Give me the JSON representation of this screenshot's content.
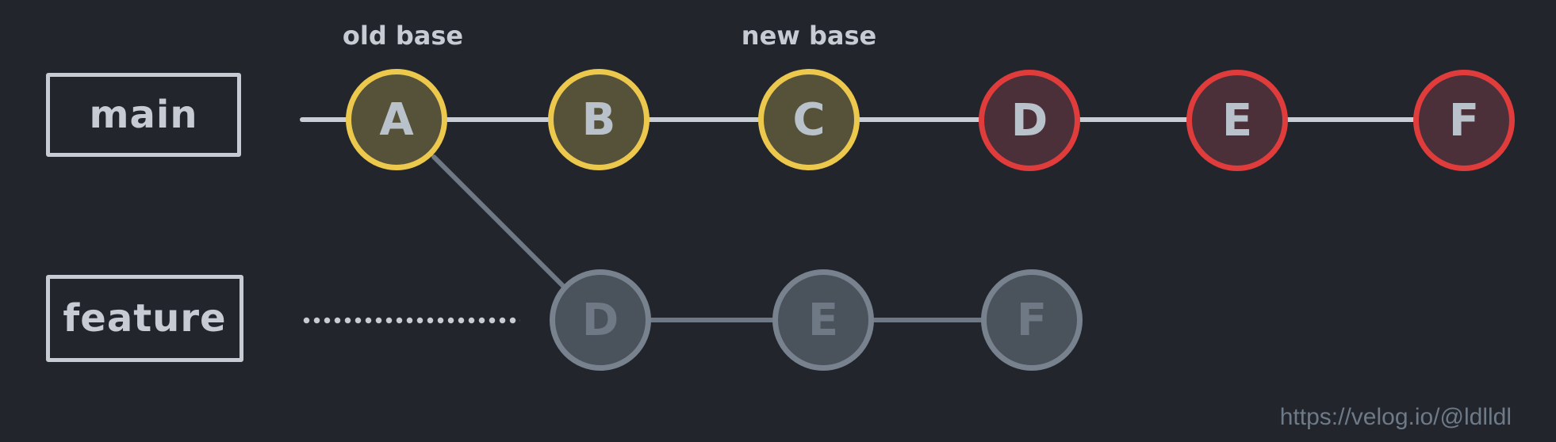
{
  "diagram": {
    "type": "git-branch-rebase-diagram",
    "branches": {
      "main": {
        "label": "main",
        "commits": [
          {
            "id": "A",
            "style": "yellow"
          },
          {
            "id": "B",
            "style": "yellow"
          },
          {
            "id": "C",
            "style": "yellow"
          },
          {
            "id": "D",
            "style": "red"
          },
          {
            "id": "E",
            "style": "red"
          },
          {
            "id": "F",
            "style": "red"
          }
        ]
      },
      "feature": {
        "label": "feature",
        "commits": [
          {
            "id": "D",
            "style": "gray"
          },
          {
            "id": "E",
            "style": "gray"
          },
          {
            "id": "F",
            "style": "gray"
          }
        ]
      }
    },
    "annotations": {
      "old_base": "old base",
      "new_base": "new base"
    },
    "watermark": "https://velog.io/@ldlldl",
    "colors": {
      "background": "#22262c",
      "yellow_commit_border": "#ecc84d",
      "yellow_commit_fill": "#56523a",
      "red_commit_border": "#e13c3c",
      "red_commit_fill": "#4c3039",
      "gray_commit_border": "#78828e",
      "gray_commit_fill": "#4a525c",
      "main_line": "#c9ced6",
      "feature_line": "#6f7985",
      "label_text": "#c7ccd4",
      "commit_letter": "#b9c1ca",
      "gray_commit_letter": "#6e7985",
      "watermark_text": "#6e7a88"
    }
  }
}
